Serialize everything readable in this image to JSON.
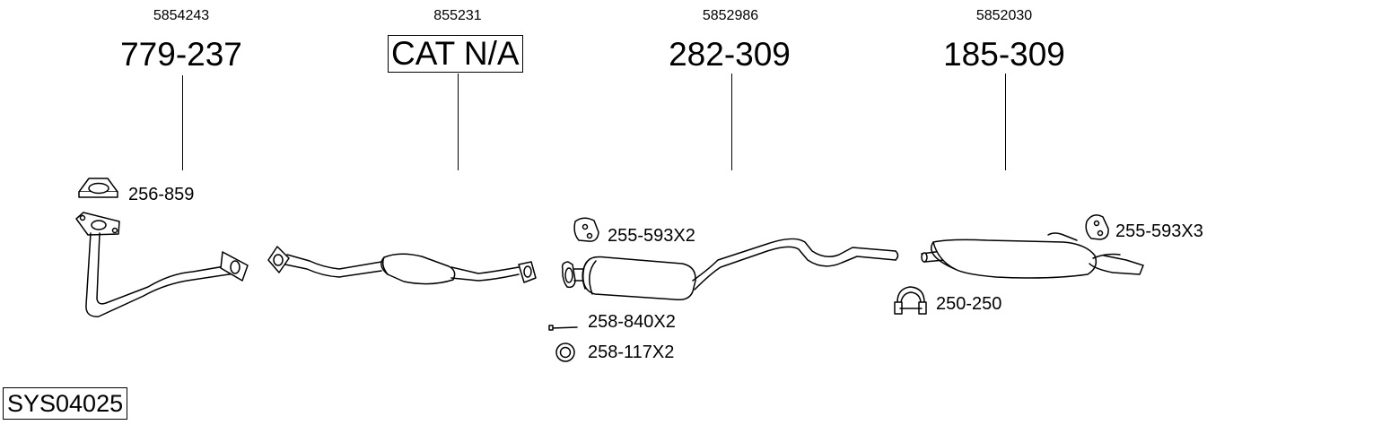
{
  "system_id": "SYS04025",
  "parts": [
    {
      "oem": "5854243",
      "number": "779-237"
    },
    {
      "oem": "855231",
      "number": "CAT N/A"
    },
    {
      "oem": "5852986",
      "number": "282-309"
    },
    {
      "oem": "5852030",
      "number": "185-309"
    }
  ],
  "accessories": [
    {
      "label": "256-859"
    },
    {
      "label": "255-593X2"
    },
    {
      "label": "258-840X2"
    },
    {
      "label": "258-117X2"
    },
    {
      "label": "255-593X3"
    },
    {
      "label": "250-250"
    }
  ]
}
